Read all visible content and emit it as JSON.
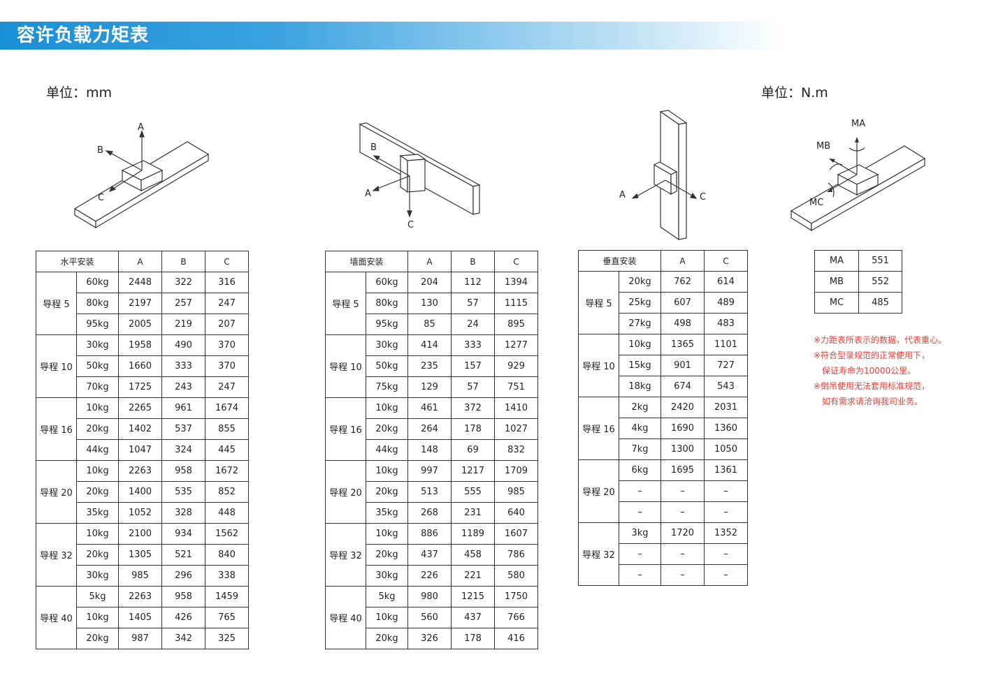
{
  "title": "容许负载力矩表",
  "unit_left": "单位：mm",
  "unit_right": "单位：N.m",
  "diagram_labels": {
    "horizontal": [
      "A",
      "B",
      "C"
    ],
    "wall": [
      "B",
      "A",
      "C"
    ],
    "vertical": [
      "A",
      "C"
    ],
    "moment": [
      "MA",
      "MB",
      "MC"
    ]
  },
  "table_horizontal": {
    "headers": [
      "水平安装",
      "A",
      "B",
      "C"
    ],
    "groups": [
      {
        "label": "导程 5",
        "rows": [
          [
            "60kg",
            "2448",
            "322",
            "316"
          ],
          [
            "80kg",
            "2197",
            "257",
            "247"
          ],
          [
            "95kg",
            "2005",
            "219",
            "207"
          ]
        ]
      },
      {
        "label": "导程 10",
        "rows": [
          [
            "30kg",
            "1958",
            "490",
            "370"
          ],
          [
            "50kg",
            "1660",
            "333",
            "370"
          ],
          [
            "70kg",
            "1725",
            "243",
            "247"
          ]
        ]
      },
      {
        "label": "导程 16",
        "rows": [
          [
            "10kg",
            "2265",
            "961",
            "1674"
          ],
          [
            "20kg",
            "1402",
            "537",
            "855"
          ],
          [
            "44kg",
            "1047",
            "324",
            "445"
          ]
        ]
      },
      {
        "label": "导程 20",
        "rows": [
          [
            "10kg",
            "2263",
            "958",
            "1672"
          ],
          [
            "20kg",
            "1400",
            "535",
            "852"
          ],
          [
            "35kg",
            "1052",
            "328",
            "448"
          ]
        ]
      },
      {
        "label": "导程 32",
        "rows": [
          [
            "10kg",
            "2100",
            "934",
            "1562"
          ],
          [
            "20kg",
            "1305",
            "521",
            "840"
          ],
          [
            "30kg",
            "985",
            "296",
            "338"
          ]
        ]
      },
      {
        "label": "导程 40",
        "rows": [
          [
            "5kg",
            "2263",
            "958",
            "1459"
          ],
          [
            "10kg",
            "1405",
            "426",
            "765"
          ],
          [
            "20kg",
            "987",
            "342",
            "325"
          ]
        ]
      }
    ]
  },
  "table_wall": {
    "headers": [
      "墙面安装",
      "A",
      "B",
      "C"
    ],
    "groups": [
      {
        "label": "导程 5",
        "rows": [
          [
            "60kg",
            "204",
            "112",
            "1394"
          ],
          [
            "80kg",
            "130",
            "57",
            "1115"
          ],
          [
            "95kg",
            "85",
            "24",
            "895"
          ]
        ]
      },
      {
        "label": "导程 10",
        "rows": [
          [
            "30kg",
            "414",
            "333",
            "1277"
          ],
          [
            "50kg",
            "235",
            "157",
            "929"
          ],
          [
            "75kg",
            "129",
            "57",
            "751"
          ]
        ]
      },
      {
        "label": "导程 16",
        "rows": [
          [
            "10kg",
            "461",
            "372",
            "1410"
          ],
          [
            "20kg",
            "264",
            "178",
            "1027"
          ],
          [
            "44kg",
            "148",
            "69",
            "832"
          ]
        ]
      },
      {
        "label": "导程 20",
        "rows": [
          [
            "10kg",
            "997",
            "1217",
            "1709"
          ],
          [
            "20kg",
            "513",
            "555",
            "985"
          ],
          [
            "35kg",
            "268",
            "231",
            "640"
          ]
        ]
      },
      {
        "label": "导程 32",
        "rows": [
          [
            "10kg",
            "886",
            "1189",
            "1607"
          ],
          [
            "20kg",
            "437",
            "458",
            "786"
          ],
          [
            "30kg",
            "226",
            "221",
            "580"
          ]
        ]
      },
      {
        "label": "导程 40",
        "rows": [
          [
            "5kg",
            "980",
            "1215",
            "1750"
          ],
          [
            "10kg",
            "560",
            "437",
            "766"
          ],
          [
            "20kg",
            "326",
            "178",
            "416"
          ]
        ]
      }
    ]
  },
  "table_vertical": {
    "headers": [
      "垂直安装",
      "A",
      "C"
    ],
    "groups": [
      {
        "label": "导程 5",
        "rows": [
          [
            "20kg",
            "762",
            "614"
          ],
          [
            "25kg",
            "607",
            "489"
          ],
          [
            "27kg",
            "498",
            "483"
          ]
        ]
      },
      {
        "label": "导程 10",
        "rows": [
          [
            "10kg",
            "1365",
            "1101"
          ],
          [
            "15kg",
            "901",
            "727"
          ],
          [
            "18kg",
            "674",
            "543"
          ]
        ]
      },
      {
        "label": "导程 16",
        "rows": [
          [
            "2kg",
            "2420",
            "2031"
          ],
          [
            "4kg",
            "1690",
            "1360"
          ],
          [
            "7kg",
            "1300",
            "1050"
          ]
        ]
      },
      {
        "label": "导程 20",
        "rows": [
          [
            "6kg",
            "1695",
            "1361"
          ],
          [
            "–",
            "–",
            "–"
          ],
          [
            "–",
            "–",
            "–"
          ]
        ]
      },
      {
        "label": "导程 32",
        "rows": [
          [
            "3kg",
            "1720",
            "1352"
          ],
          [
            "–",
            "–",
            "–"
          ],
          [
            "–",
            "–",
            "–"
          ]
        ]
      }
    ]
  },
  "table_moment": {
    "rows": [
      [
        "MA",
        "551"
      ],
      [
        "MB",
        "552"
      ],
      [
        "MC",
        "485"
      ]
    ]
  },
  "notes": [
    "※力距表所表示的数据，代表重心。",
    "※符合型录规范的正常使用下，",
    "保证寿命为10000公里。",
    "※倒吊使用无法套用标准规范，",
    "如有需求请洽询我司业务。"
  ]
}
